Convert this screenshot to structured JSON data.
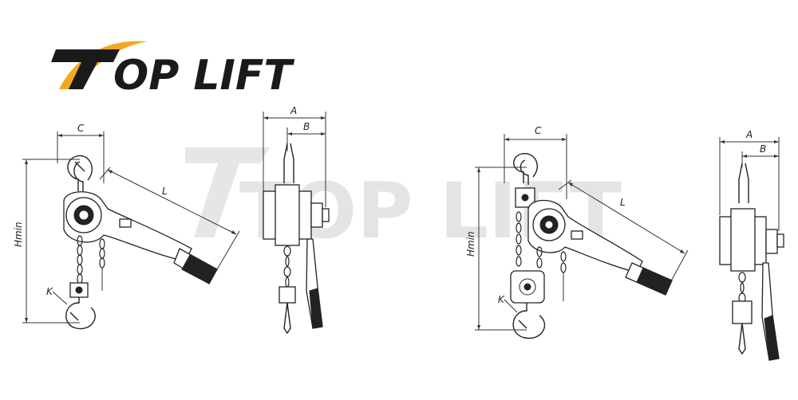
{
  "logo": {
    "letter_t": "T",
    "rest": "OP LIFT",
    "text_color": "#1a1a1a",
    "swoosh_color": "#f5a623"
  },
  "watermark": {
    "text": "TOP LIFT",
    "color": "#e4e4e4"
  },
  "drawing_1_front": {
    "label_c": "C",
    "label_l": "L",
    "label_hmin": "Hmin",
    "label_k": "K"
  },
  "drawing_1_side": {
    "label_a": "A",
    "label_b": "B"
  },
  "drawing_2_front": {
    "label_c": "C",
    "label_l": "L",
    "label_hmin": "Hmin",
    "label_k": "K"
  },
  "drawing_2_side": {
    "label_a": "A",
    "label_b": "B"
  }
}
